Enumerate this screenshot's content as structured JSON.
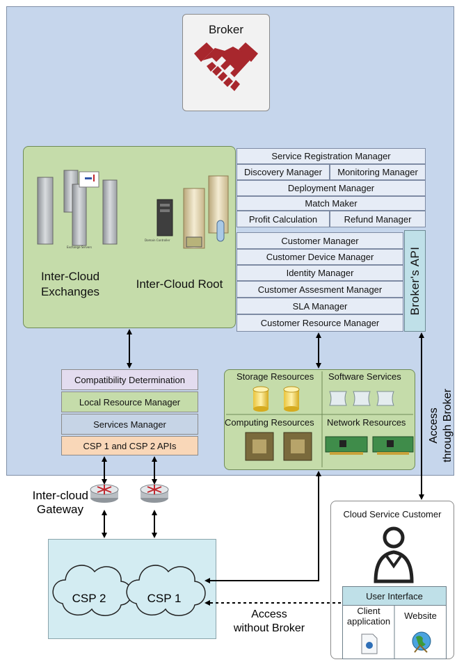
{
  "broker": {
    "title": "Broker"
  },
  "intercloud": {
    "exchanges": [
      "Inter-Cloud",
      "Exchanges"
    ],
    "root": "Inter-Cloud Root",
    "tiny_labels": [
      "Exchange Servers",
      "Domain Controller"
    ]
  },
  "managers_upper": [
    "Service Registration Manager",
    "Discovery Manager",
    "Monitoring Manager",
    "Deployment Manager",
    "Match Maker",
    "Profit Calculation",
    "Refund Manager"
  ],
  "managers_lower": [
    "Customer Manager",
    "Customer Device Manager",
    "Identity Manager",
    "Customer Assesment Manager",
    "SLA Manager",
    "Customer Resource Manager"
  ],
  "api": {
    "label": "Broker's API"
  },
  "local_stack": [
    {
      "label": "Compatibility Determination",
      "color": "#e3dcef"
    },
    {
      "label": "Local Resource Manager",
      "color": "#c5dcaa"
    },
    {
      "label": "Services Manager",
      "color": "#c6d4e6"
    },
    {
      "label": "CSP 1 and CSP 2 APIs",
      "color": "#f9d7b8"
    }
  ],
  "resources": {
    "storage": "Storage Resources",
    "software": "Software Services",
    "computing": "Computing Resources",
    "network": "Network Resources"
  },
  "gateway": {
    "label": [
      "Inter-cloud",
      "Gateway"
    ]
  },
  "csp": {
    "csp2": "CSP 2",
    "csp1": "CSP 1"
  },
  "access_through": [
    "Access",
    "through Broker"
  ],
  "access_without": [
    "Access",
    "without Broker"
  ],
  "customer": {
    "title": "Cloud Service Customer",
    "ui": "User Interface",
    "client": [
      "Client",
      "application"
    ],
    "website": "Website"
  }
}
